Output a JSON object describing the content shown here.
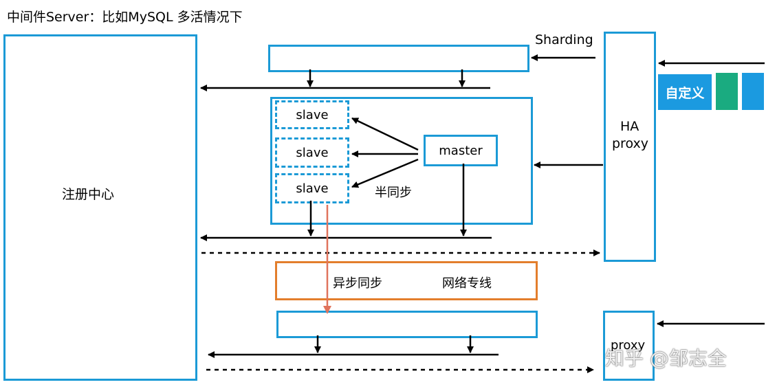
{
  "title": "中间件Server：比如MySQL 多活情况下",
  "registry": {
    "label": "注册中心"
  },
  "sharding": {
    "label": "Sharding"
  },
  "ha_proxy": {
    "line1": "HA",
    "line2": "proxy"
  },
  "custom": {
    "label": "自定义"
  },
  "cluster": {
    "slaves": [
      "slave",
      "slave",
      "slave"
    ],
    "master": "master",
    "semi_sync": "半同步"
  },
  "async_link": {
    "async_label": "异步同步",
    "line_label": "网络专线"
  },
  "proxy_bottom": {
    "label": "proxy"
  },
  "watermark": "知乎 @邹志全",
  "colors": {
    "box_border": "#1b9ad6",
    "async_border": "#e37e2c",
    "async_arrow": "#e0735c",
    "custom_blue": "#1b9ae0",
    "custom_green": "#1aab80"
  }
}
